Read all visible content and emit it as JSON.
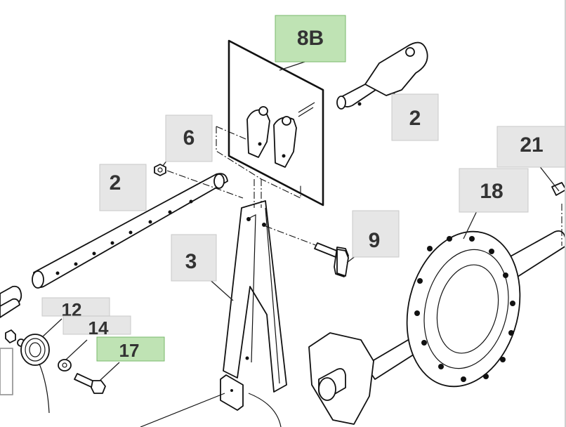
{
  "callouts": {
    "c_8b": "8B",
    "c_2_top": "2",
    "c_6": "6",
    "c_2_left": "2",
    "c_21": "21",
    "c_18": "18",
    "c_9": "9",
    "c_3": "3",
    "c_12": "12",
    "c_14": "14",
    "c_17": "17"
  },
  "colors": {
    "callout_fill": "#e6e6e6",
    "highlight_fill": "#bfe3b4",
    "highlight_border": "#79b86b",
    "line": "#111111"
  }
}
